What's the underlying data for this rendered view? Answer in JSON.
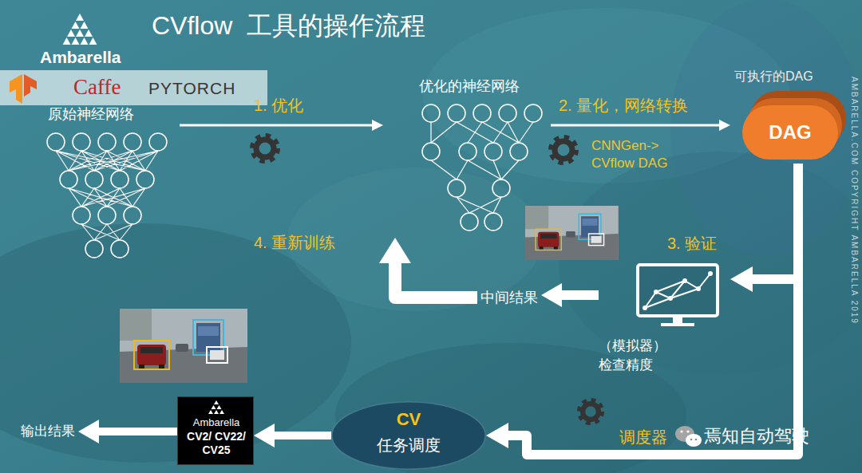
{
  "diagram": {
    "title": "CVflow  工具的操作流程",
    "nodes": [
      {
        "text": [
          "原始神经网络"
        ]
      },
      {
        "text": [
          "优化的神经网络"
        ]
      },
      {
        "text": [
          "可执行的DAG",
          "DAG"
        ]
      },
      {
        "text": [
          "（模拟器） 检查精度"
        ]
      },
      {
        "text": [
          "中间结果"
        ]
      },
      {
        "text": [
          "CV",
          "任务调度"
        ]
      },
      {
        "text": [
          "Ambarella",
          "CV2/ CV22/ CV25"
        ]
      },
      {
        "text": [
          "输出结果"
        ]
      }
    ],
    "edges": [
      {
        "from": 0,
        "to": 1,
        "arrow": "to",
        "label": "1. 优化"
      },
      {
        "from": 1,
        "to": 2,
        "arrow": "to",
        "label": "2. 量化，网络转换"
      },
      {
        "from": 2,
        "to": 3,
        "arrow": "to"
      },
      {
        "from": 3,
        "to": 4,
        "arrow": "to"
      },
      {
        "from": 4,
        "to": 1,
        "arrow": "to",
        "label": "4. 重新训练"
      },
      {
        "from": 2,
        "to": 5,
        "arrow": "to",
        "label": "调度器"
      },
      {
        "from": 5,
        "to": 6,
        "arrow": "to"
      },
      {
        "from": 6,
        "to": 7,
        "arrow": "to"
      }
    ],
    "labels": [
      "Ambarella",
      "Caffe",
      "PYTORCH",
      "CNNGen-> CVflow DAG",
      "3. 验证",
      "AMBARELLA.COM COPYRIGHT AMBARELLA 2019",
      "焉知自动驾驶"
    ]
  }
}
